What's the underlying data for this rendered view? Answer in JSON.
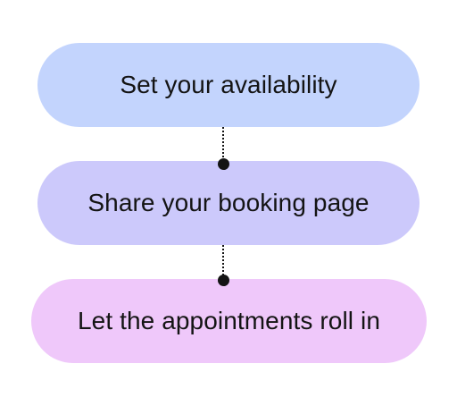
{
  "steps": [
    {
      "label": "Set your availability",
      "color": "#c3d4fd"
    },
    {
      "label": "Share your booking page",
      "color": "#ccc9fb"
    },
    {
      "label": "Let the appointments roll in",
      "color": "#efc8fa"
    }
  ],
  "connector_color": "#141414"
}
